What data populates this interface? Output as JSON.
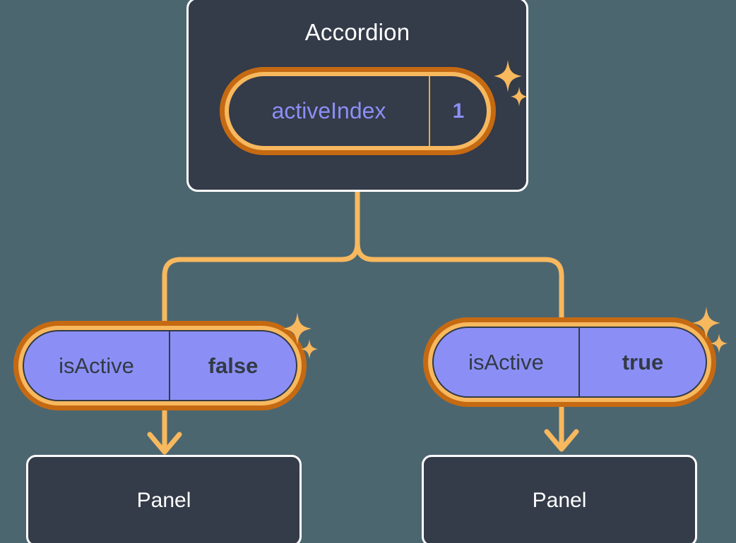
{
  "diagram": {
    "title_node": {
      "label": "Accordion",
      "state": {
        "key": "activeIndex",
        "value": "1"
      }
    },
    "branches": [
      {
        "state": {
          "key": "isActive",
          "value": "false"
        },
        "child": {
          "label": "Panel"
        }
      },
      {
        "state": {
          "key": "isActive",
          "value": "true"
        },
        "child": {
          "label": "Panel"
        }
      }
    ],
    "icons": {
      "sparkle": "sparkle-icon"
    },
    "colors": {
      "background": "#4c6670",
      "card_fill": "#343b49",
      "card_border": "#ffffff",
      "ring_outer": "#c56a12",
      "ring_inner": "#f7b85e",
      "connector": "#f7b85e",
      "state_fill": "#8b8ff5",
      "state_text": "#333a45",
      "accent_text": "#8b8ff5",
      "divider_top": "#f2a93b",
      "divider_bottom": "#333a45"
    }
  }
}
